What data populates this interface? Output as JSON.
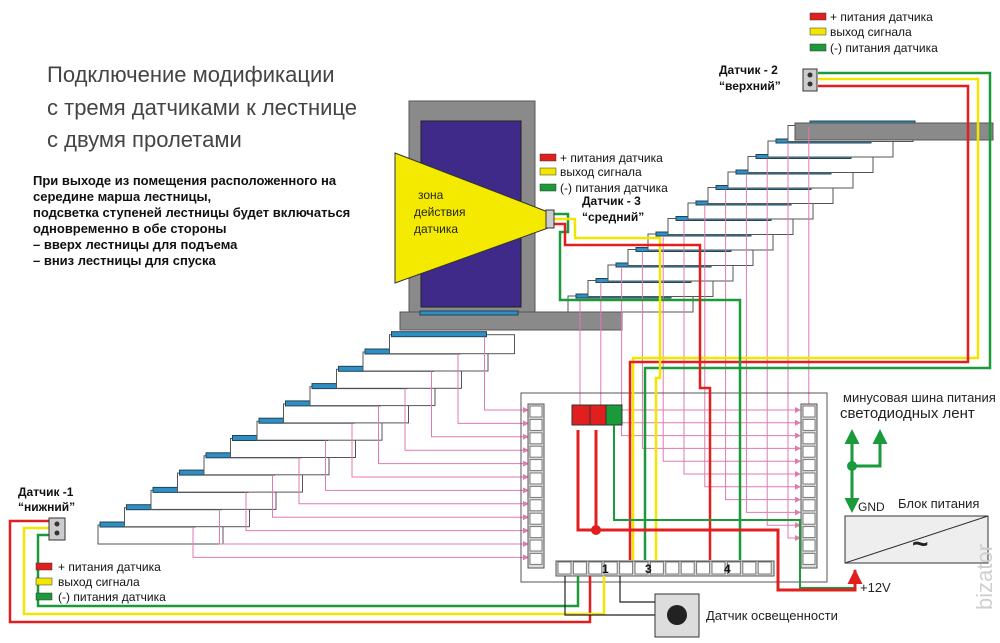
{
  "title_lines": [
    "Подключение модификации",
    "с тремя датчиками к лестнице",
    "с двумя пролетами"
  ],
  "description_lines": [
    "При выходе из помещения расположенного на",
    "середине марша лестницы,",
    "подсветка ступеней лестницы будет включаться",
    "одновременно в обе стороны",
    "– вверх лестницы для подъема",
    "– вниз лестницы для спуска"
  ],
  "zone_label_lines": [
    "зона",
    "действия",
    "датчика"
  ],
  "legend": {
    "plus": "+ питания датчика",
    "signal": "выход сигнала",
    "minus": "(-) питания датчика"
  },
  "sensors": {
    "s1_name": "Датчик -1",
    "s1_sub": "“нижний”",
    "s2_name": "Датчик - 2",
    "s2_sub": "“верхний”",
    "s3_name": "Датчик - 3",
    "s3_sub": "“средний”"
  },
  "controller": {
    "term1": "1",
    "term3": "3",
    "term4": "4"
  },
  "power": {
    "bus_line1": "минусовая шина питания",
    "bus_line2": "светодиодных лент",
    "gnd": "GND",
    "block": "Блок питания",
    "tilde": "~",
    "v12": "+12V"
  },
  "light_sensor": "Датчик освещенности",
  "watermark": "bizator",
  "colors": {
    "red": "#e11f1f",
    "yellow": "#f2e500",
    "green": "#1a9a3a",
    "pink": "#e07ab0",
    "door": "#3f2a8a",
    "wall": "#8a8a8a",
    "led": "#2f8fc4",
    "zone": "#f3ea00"
  }
}
